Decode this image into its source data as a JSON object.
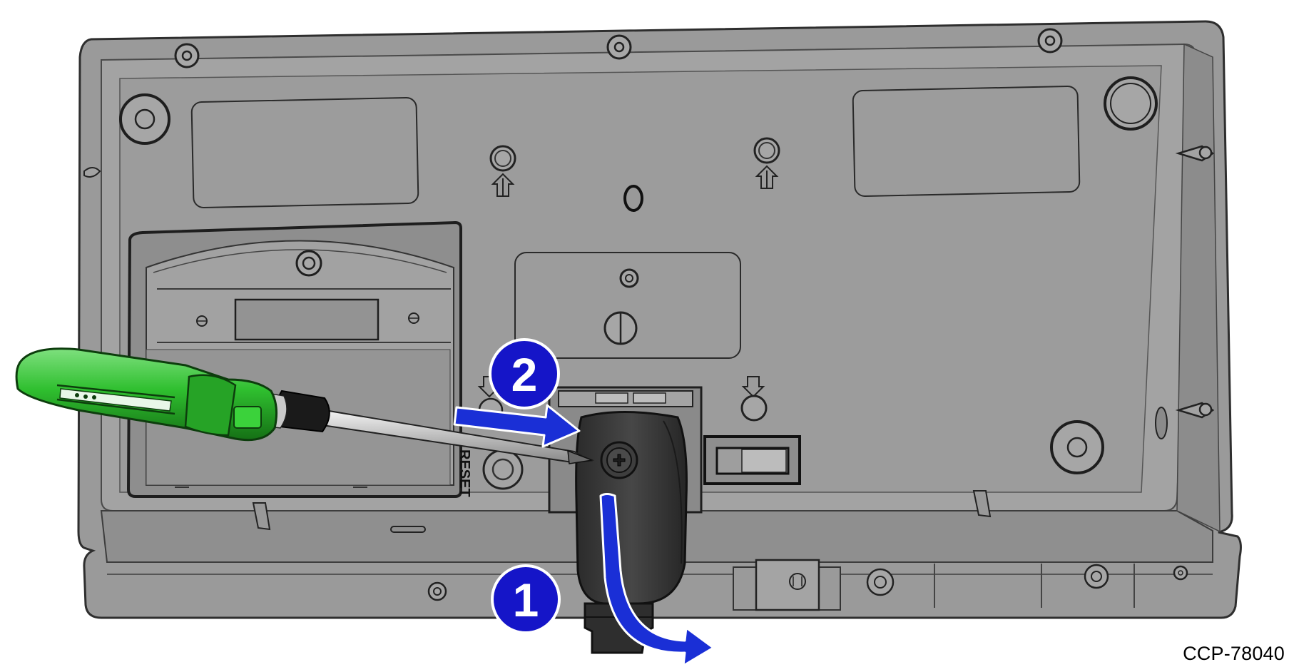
{
  "callouts": [
    {
      "number": "1"
    },
    {
      "number": "2"
    }
  ],
  "labels": {
    "reset": "RESET"
  },
  "reference_code": "CCP-78040",
  "colors": {
    "housing": "#999999",
    "housing_edge": "#3a3a3a",
    "callout_fill": "#1515c8",
    "arrow_fill": "#1a2fd6",
    "screwdriver_handle": "#2fbf2f",
    "bracket": "#3b3b3b"
  },
  "icons": [
    "screwdriver-icon",
    "screw-icon",
    "curved-arrow-icon",
    "straight-arrow-icon"
  ]
}
